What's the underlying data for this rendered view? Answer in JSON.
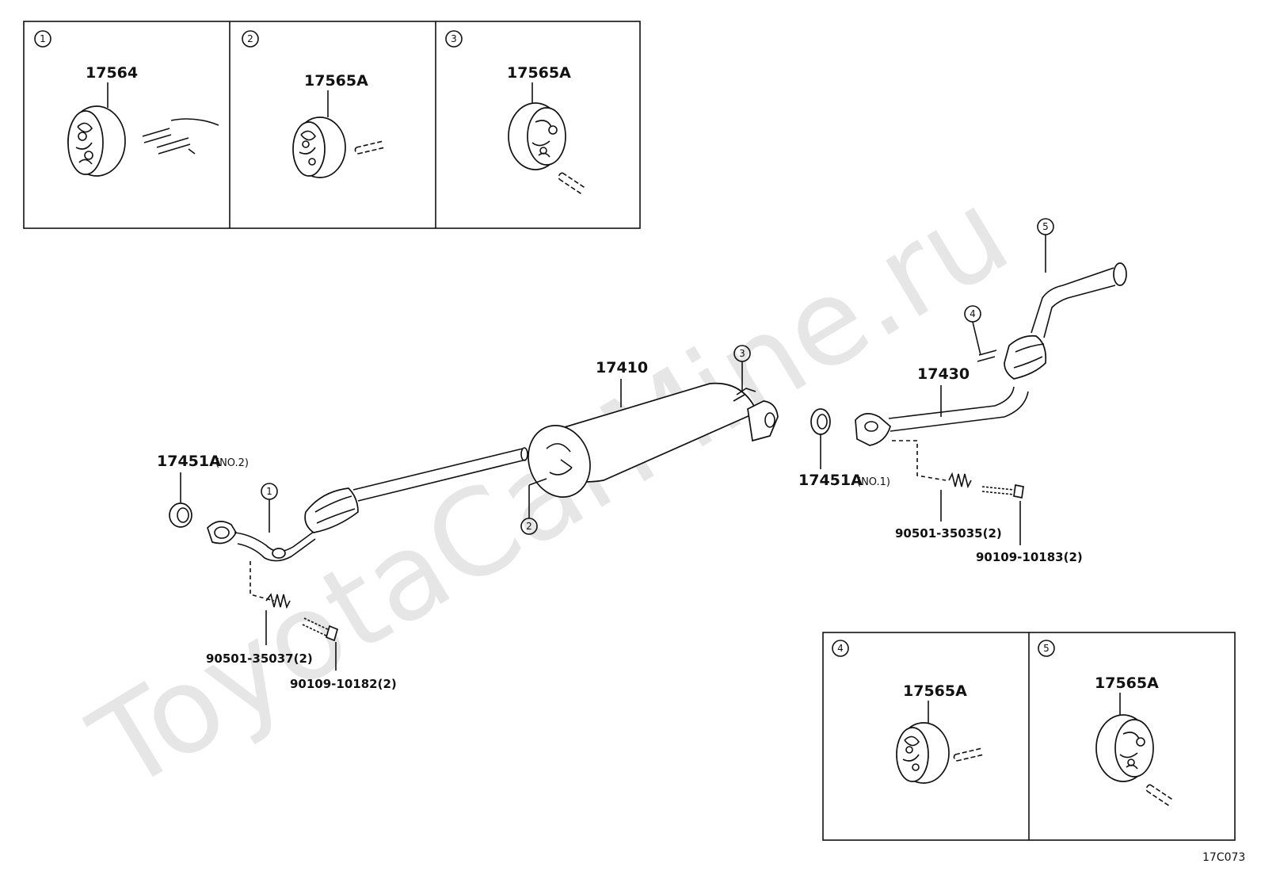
{
  "watermark": "ToyotaCarMine.ru",
  "diagram_code": "17C073",
  "insets": [
    {
      "num": "1",
      "part": "17564"
    },
    {
      "num": "2",
      "part": "17565A"
    },
    {
      "num": "3",
      "part": "17565A"
    },
    {
      "num": "4",
      "part": "17565A"
    },
    {
      "num": "5",
      "part": "17565A"
    }
  ],
  "parts": {
    "muffler": "17410",
    "tail_pipe": "17430",
    "gasket_no2": "17451A",
    "gasket_no2_note": "(NO.2)",
    "gasket_no1": "17451A",
    "gasket_no1_note": "(NO.1)",
    "spring_front": "90501-35037(2)",
    "bolt_front": "90109-10182(2)",
    "spring_rear": "90501-35035(2)",
    "bolt_rear": "90109-10183(2)"
  },
  "callouts": {
    "c1": "1",
    "c2": "2",
    "c3": "3",
    "c4": "4",
    "c5": "5"
  }
}
